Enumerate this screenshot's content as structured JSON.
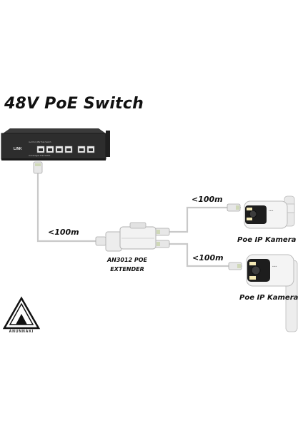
{
  "title": "48V PoE Switch",
  "links": {
    "switch_to_extender": "<100m",
    "extender_to_camera_1": "<100m",
    "extender_to_camera_2": "<100m"
  },
  "extender": {
    "line1": "AN3012 POE",
    "line2": "EXTENDER"
  },
  "cameras": [
    {
      "label": "Poe IP Kamera"
    },
    {
      "label": "Poe IP Kamera"
    }
  ],
  "switch_panel": {
    "brand": "LINK",
    "text_line1": "4+2 Port 48V PoE Switch",
    "text_line2": "Unmanaged PoE Switch"
  },
  "logo": {
    "text": "ANUNNAKI"
  },
  "colors": {
    "cable": "#c7c7c7",
    "device_dark": "#2b2b2b",
    "text": "#111111"
  }
}
